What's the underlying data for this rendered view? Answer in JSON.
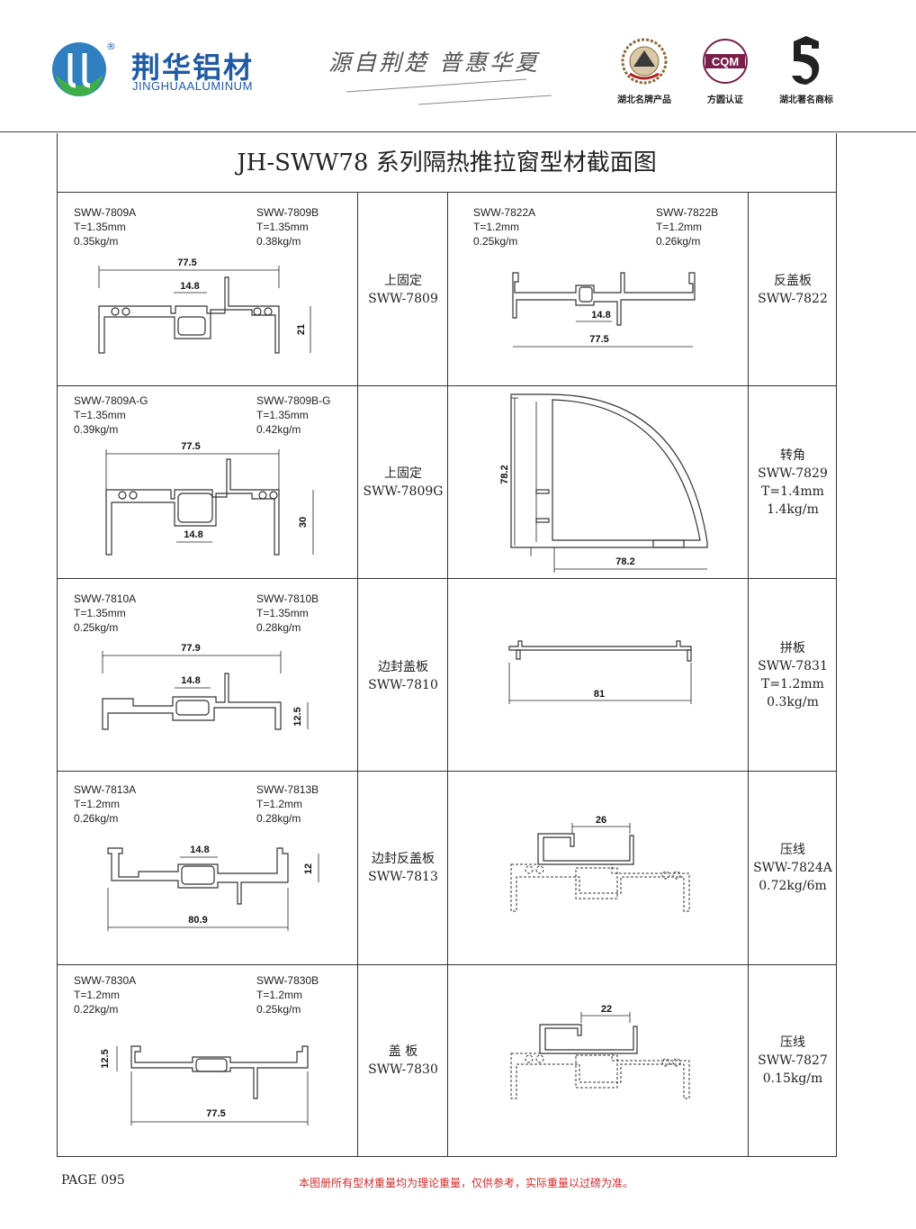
{
  "header": {
    "brand_cn": "荆华铝材",
    "brand_en": "JINGHUAALUMINUM",
    "registered": "®",
    "slogan": "源自荆楚  普惠华夏",
    "certs": [
      {
        "label": "湖北名牌产品",
        "icon": "hubei-brand-icon"
      },
      {
        "label": "方圆认证",
        "icon": "cqm-certification-icon",
        "badge_text": "CQM"
      },
      {
        "label": "湖北著名商标",
        "icon": "famous-trademark-icon"
      }
    ]
  },
  "title": "JH-SWW78 系列隔热推拉窗型材截面图",
  "rows": [
    {
      "left": {
        "a": {
          "code": "SWW-7809A",
          "t": "T=1.35mm",
          "w": "0.35kg/m"
        },
        "b": {
          "code": "SWW-7809B",
          "t": "T=1.35mm",
          "w": "0.38kg/m"
        },
        "dims": [
          "77.5",
          "14.8",
          "21"
        ]
      },
      "mid": {
        "name": "上固定",
        "code": "SWW-7809"
      },
      "right": {
        "a": {
          "code": "SWW-7822A",
          "t": "T=1.2mm",
          "w": "0.25kg/m"
        },
        "b": {
          "code": "SWW-7822B",
          "t": "T=1.2mm",
          "w": "0.26kg/m"
        },
        "dims": [
          "14.8",
          "77.5"
        ]
      },
      "side": {
        "name": "反盖板",
        "code": "SWW-7822"
      }
    },
    {
      "left": {
        "a": {
          "code": "SWW-7809A-G",
          "t": "T=1.35mm",
          "w": "0.39kg/m"
        },
        "b": {
          "code": "SWW-7809B-G",
          "t": "T=1.35mm",
          "w": "0.42kg/m"
        },
        "dims": [
          "77.5",
          "14.8",
          "30"
        ]
      },
      "mid": {
        "name": "上固定",
        "code": "SWW-7809G"
      },
      "right": {
        "dims": [
          "78.2",
          "78.2"
        ]
      },
      "side": {
        "name": "转角",
        "code": "SWW-7829",
        "t": "T=1.4mm",
        "w": "1.4kg/m"
      }
    },
    {
      "left": {
        "a": {
          "code": "SWW-7810A",
          "t": "T=1.35mm",
          "w": "0.25kg/m"
        },
        "b": {
          "code": "SWW-7810B",
          "t": "T=1.35mm",
          "w": "0.28kg/m"
        },
        "dims": [
          "77.9",
          "14.8",
          "12.5"
        ]
      },
      "mid": {
        "name": "边封盖板",
        "code": "SWW-7810"
      },
      "right": {
        "dims": [
          "81"
        ]
      },
      "side": {
        "name": "拼板",
        "code": "SWW-7831",
        "t": "T=1.2mm",
        "w": "0.3kg/m"
      }
    },
    {
      "left": {
        "a": {
          "code": "SWW-7813A",
          "t": "T=1.2mm",
          "w": "0.26kg/m"
        },
        "b": {
          "code": "SWW-7813B",
          "t": "T=1.2mm",
          "w": "0.28kg/m"
        },
        "dims": [
          "14.8",
          "12",
          "80.9"
        ]
      },
      "mid": {
        "name": "边封反盖板",
        "code": "SWW-7813"
      },
      "right": {
        "dims": [
          "26"
        ]
      },
      "side": {
        "name": "压线",
        "code": "SWW-7824A",
        "w": "0.72kg/6m"
      }
    },
    {
      "left": {
        "a": {
          "code": "SWW-7830A",
          "t": "T=1.2mm",
          "w": "0.22kg/m"
        },
        "b": {
          "code": "SWW-7830B",
          "t": "T=1.2mm",
          "w": "0.25kg/m"
        },
        "dims": [
          "12.5",
          "77.5"
        ]
      },
      "mid": {
        "name": "盖 板",
        "code": "SWW-7830"
      },
      "right": {
        "dims": [
          "22"
        ]
      },
      "side": {
        "name": "压线",
        "code": "SWW-7827",
        "w": "0.15kg/m"
      }
    }
  ],
  "footer": {
    "page": "PAGE 095",
    "note": "本图册所有型材重量均为理论重量，仅供参考，实际重量以过磅为准。"
  }
}
